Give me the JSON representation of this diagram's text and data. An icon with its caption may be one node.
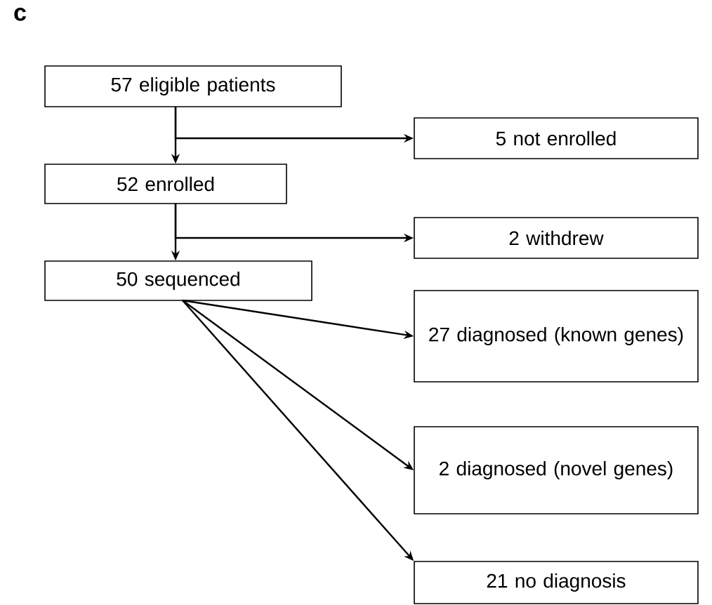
{
  "diagram": {
    "labels": [
      "c"
    ],
    "nodes": [
      {
        "text": [
          "57 eligible patients"
        ]
      },
      {
        "text": [
          "5 not enrolled"
        ]
      },
      {
        "text": [
          "52 enrolled"
        ]
      },
      {
        "text": [
          "2 withdrew"
        ]
      },
      {
        "text": [
          "50 sequenced"
        ]
      },
      {
        "text": [
          "27 diagnosed (known genes)"
        ]
      },
      {
        "text": [
          "2 diagnosed (novel genes)"
        ]
      },
      {
        "text": [
          "21 no diagnosis"
        ]
      }
    ],
    "edges": [
      {
        "from": 0,
        "to": 2,
        "arrow": "to"
      },
      {
        "from": 0,
        "to": 1,
        "arrow": "to"
      },
      {
        "from": 2,
        "to": 4,
        "arrow": "to"
      },
      {
        "from": 2,
        "to": 3,
        "arrow": "to"
      },
      {
        "from": 4,
        "to": 5,
        "arrow": "to"
      },
      {
        "from": 4,
        "to": 6,
        "arrow": "to"
      },
      {
        "from": 4,
        "to": 7,
        "arrow": "to"
      }
    ]
  }
}
